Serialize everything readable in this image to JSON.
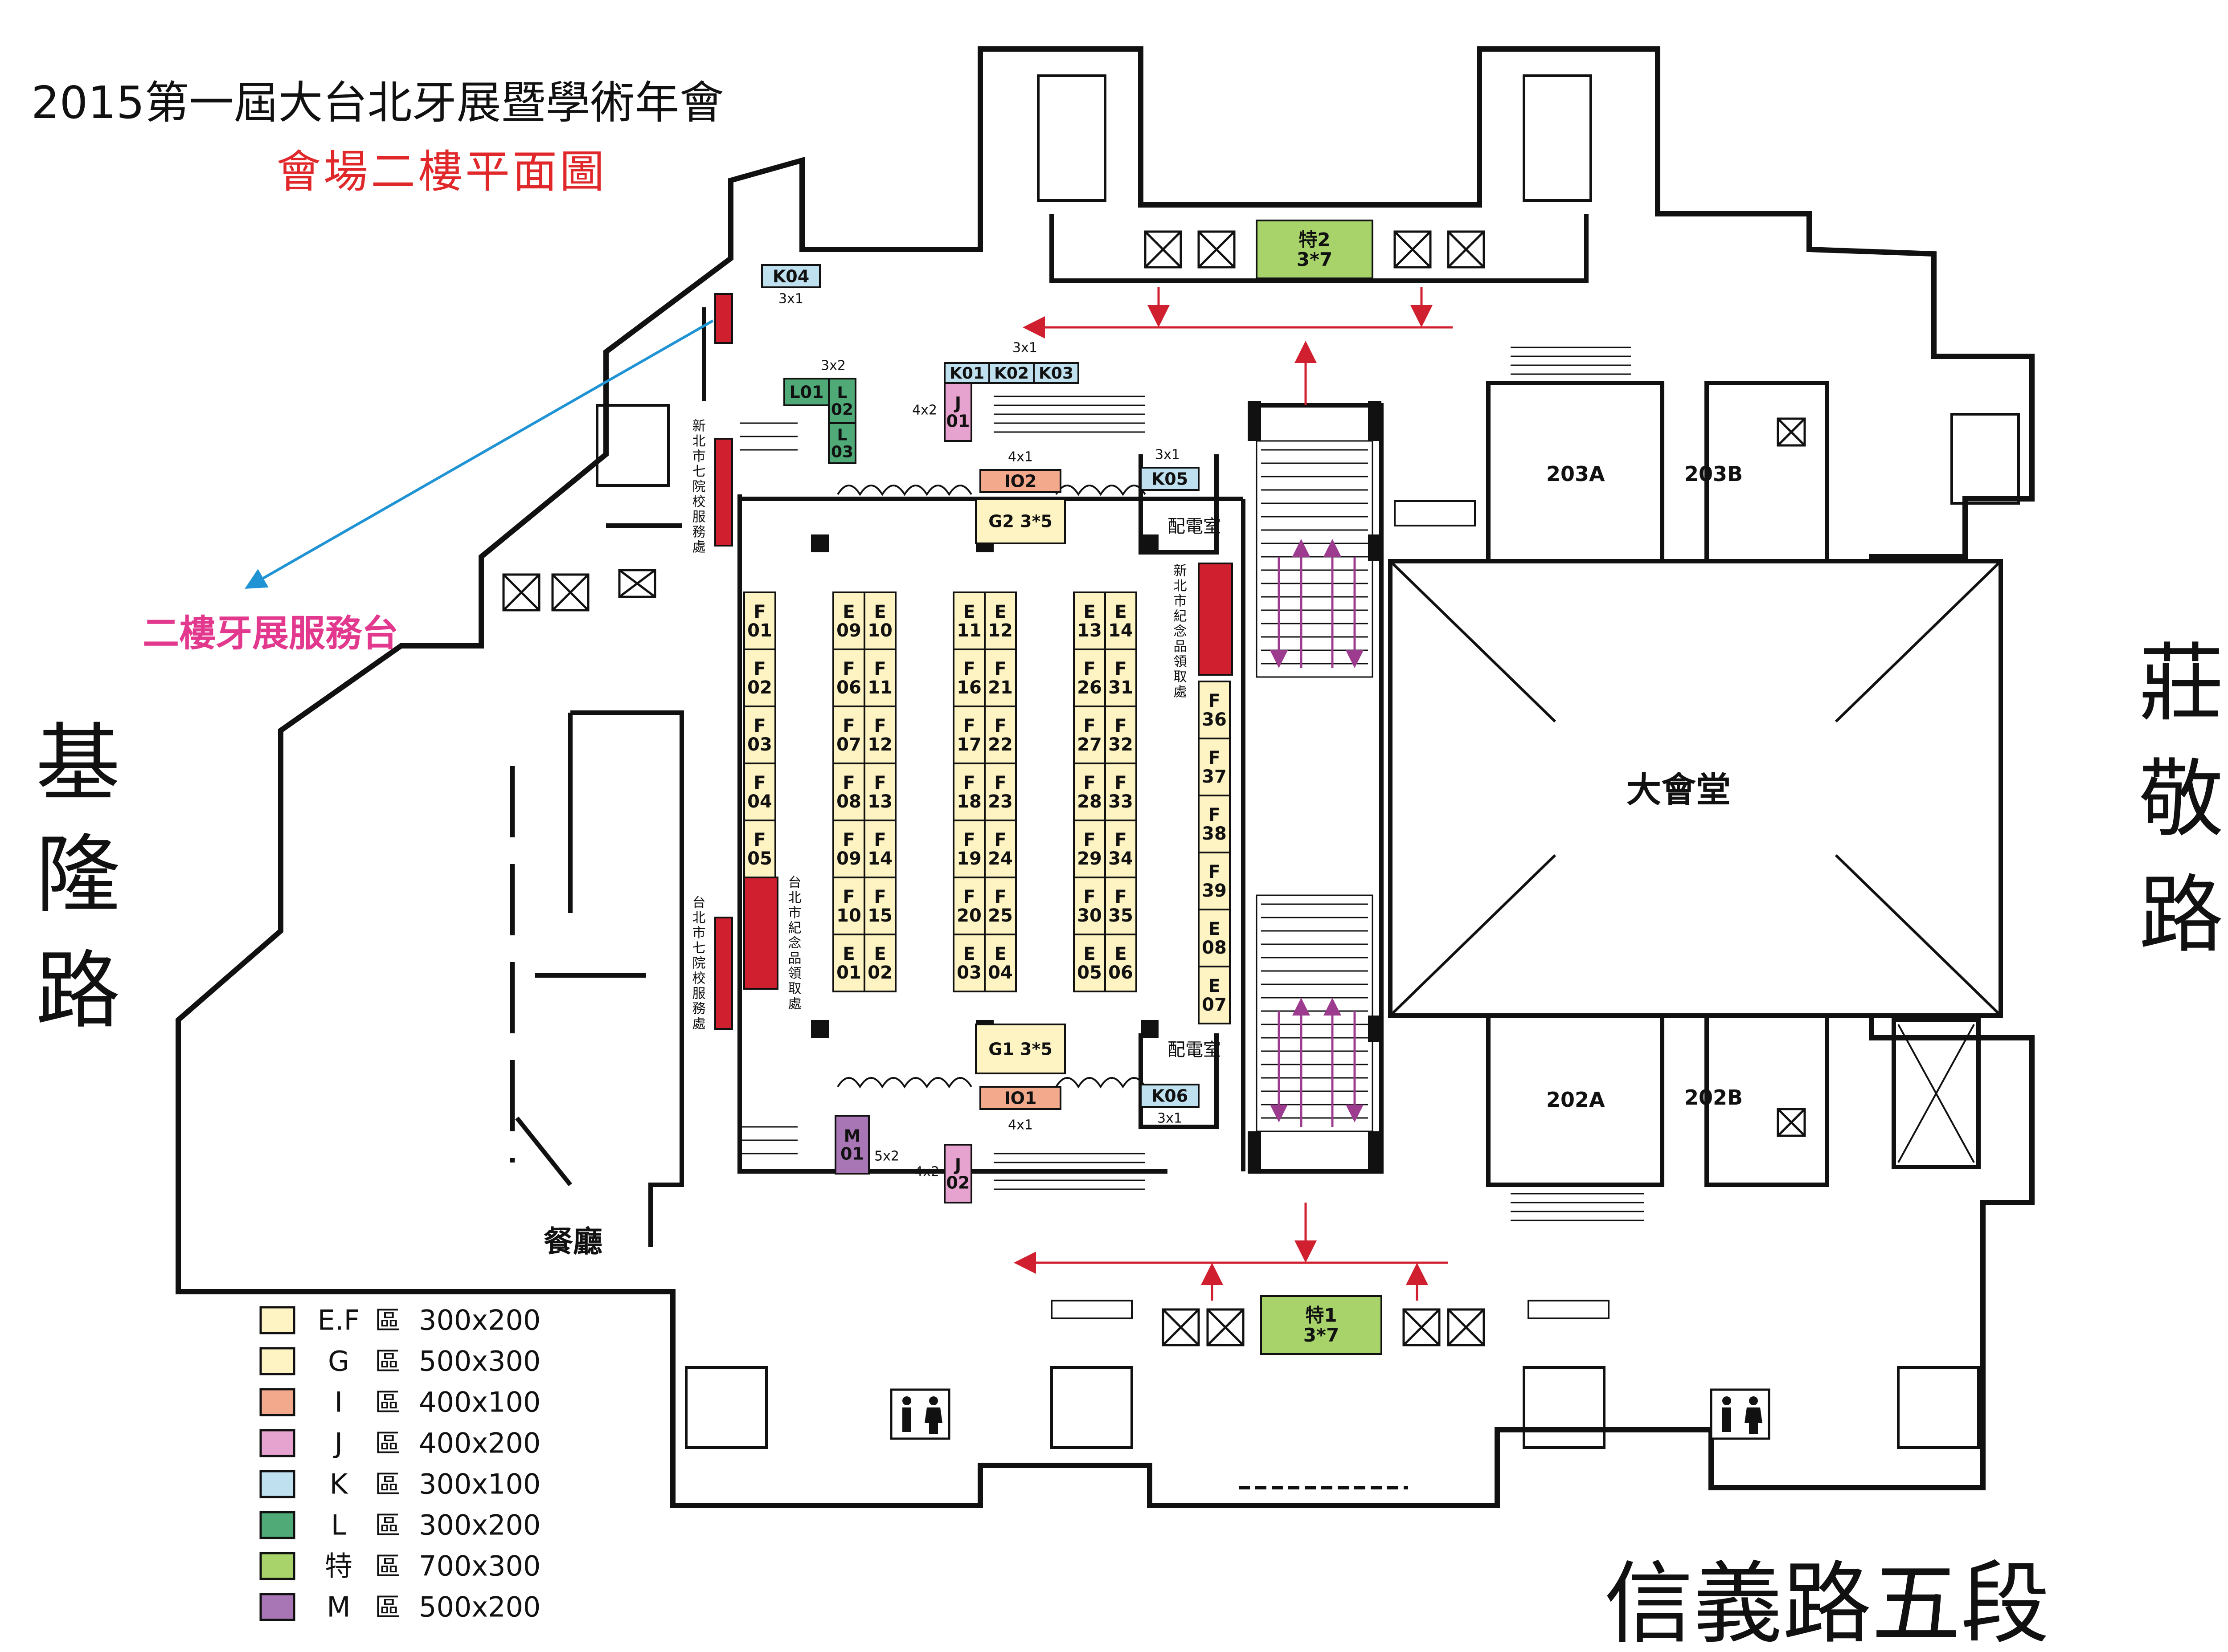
{
  "title": "2015第一屆大台北牙展暨學術年會",
  "subtitle": "會場二樓平面圖",
  "service_desk_label": "二樓牙展服務台",
  "streets": {
    "left": [
      "基",
      "隆",
      "路"
    ],
    "right": [
      "莊",
      "敬",
      "路"
    ],
    "bottom": "信義路五段"
  },
  "rooms": {
    "main_hall": "大會堂",
    "r203a": "203A",
    "r203b": "203B",
    "r202a": "202A",
    "r202b": "202B",
    "restaurant": "餐廳",
    "power_room": "配電室"
  },
  "side_labels": {
    "ntpc_service": "新北市七院校服務處",
    "taipei_service": "台北市七院校服務處",
    "taipei_souvenir": "台北市紀念品領取處",
    "ntpc_souvenir": "新北市紀念品領取處"
  },
  "booths": {
    "special2": {
      "name": "特2",
      "size": "3*7"
    },
    "special1": {
      "name": "特1",
      "size": "3*7"
    },
    "K04": {
      "name": "K04",
      "note": "3x1"
    },
    "K01": "K01",
    "K02": "K02",
    "K03": "K03",
    "K_row_note": "3x1",
    "K05": {
      "name": "K05",
      "note": "3x1"
    },
    "K06": {
      "name": "K06",
      "note": "3x1"
    },
    "L01": "L01",
    "L02": "L\n02",
    "L03": "L\n03",
    "L_note": "3x2",
    "J01": {
      "name": "J\n01",
      "note": "4x2"
    },
    "J02": {
      "name": "J\n02",
      "note": "4x2"
    },
    "I02": {
      "name": "IO2",
      "note": "4x1"
    },
    "I01": {
      "name": "IO1",
      "note": "4x1"
    },
    "G2": "G2 3*5",
    "G1": "G1 3*5",
    "M01": {
      "name": "M\n01",
      "note": "5x2"
    }
  },
  "booth_columns": {
    "colA": [
      "F\n01",
      "F\n02",
      "F\n03",
      "F\n04",
      "F\n05"
    ],
    "colB": [
      "E\n09",
      "F\n06",
      "F\n07",
      "F\n08",
      "F\n09",
      "F\n10",
      "E\n01"
    ],
    "colC": [
      "E\n10",
      "F\n11",
      "F\n12",
      "F\n13",
      "F\n14",
      "F\n15",
      "E\n02"
    ],
    "colD": [
      "E\n11",
      "F\n16",
      "F\n17",
      "F\n18",
      "F\n19",
      "F\n20",
      "E\n03"
    ],
    "colE": [
      "E\n12",
      "F\n21",
      "F\n22",
      "F\n23",
      "F\n24",
      "F\n25",
      "E\n04"
    ],
    "colF": [
      "E\n13",
      "F\n26",
      "F\n27",
      "F\n28",
      "F\n29",
      "F\n30",
      "E\n05"
    ],
    "colG": [
      "E\n14",
      "F\n31",
      "F\n32",
      "F\n33",
      "F\n34",
      "F\n35",
      "E\n06"
    ],
    "colH": [
      "F\n36",
      "F\n37",
      "F\n38",
      "F\n39",
      "E\n08",
      "E\n07"
    ]
  },
  "legend": [
    {
      "zone": "E.F",
      "label": "區",
      "size": "300x200",
      "color": "#fdf3c3"
    },
    {
      "zone": "G",
      "label": "區",
      "size": "500x300",
      "color": "#fdf3c3"
    },
    {
      "zone": "I",
      "label": "區",
      "size": "400x100",
      "color": "#f3a98c"
    },
    {
      "zone": "J",
      "label": "區",
      "size": "400x200",
      "color": "#e6a3cf"
    },
    {
      "zone": "K",
      "label": "區",
      "size": "300x100",
      "color": "#bfe0ee"
    },
    {
      "zone": "L",
      "label": "區",
      "size": "300x200",
      "color": "#4faa77"
    },
    {
      "zone": "特",
      "label": "區",
      "size": "700x300",
      "color": "#a7d36a"
    },
    {
      "zone": "M",
      "label": "區",
      "size": "500x200",
      "color": "#a875b5"
    }
  ],
  "colors": {
    "ef": "#fdf3c3",
    "i": "#f3a98c",
    "j": "#e6a3cf",
    "k": "#bfe0ee",
    "l": "#4faa77",
    "special": "#a7d36a",
    "m": "#a875b5",
    "red": "#d0202f",
    "title_red": "#e0282b",
    "service_pink": "#e2388d",
    "arrow_blue": "#1f93d3",
    "escalator_purple": "#9d3c8f"
  }
}
